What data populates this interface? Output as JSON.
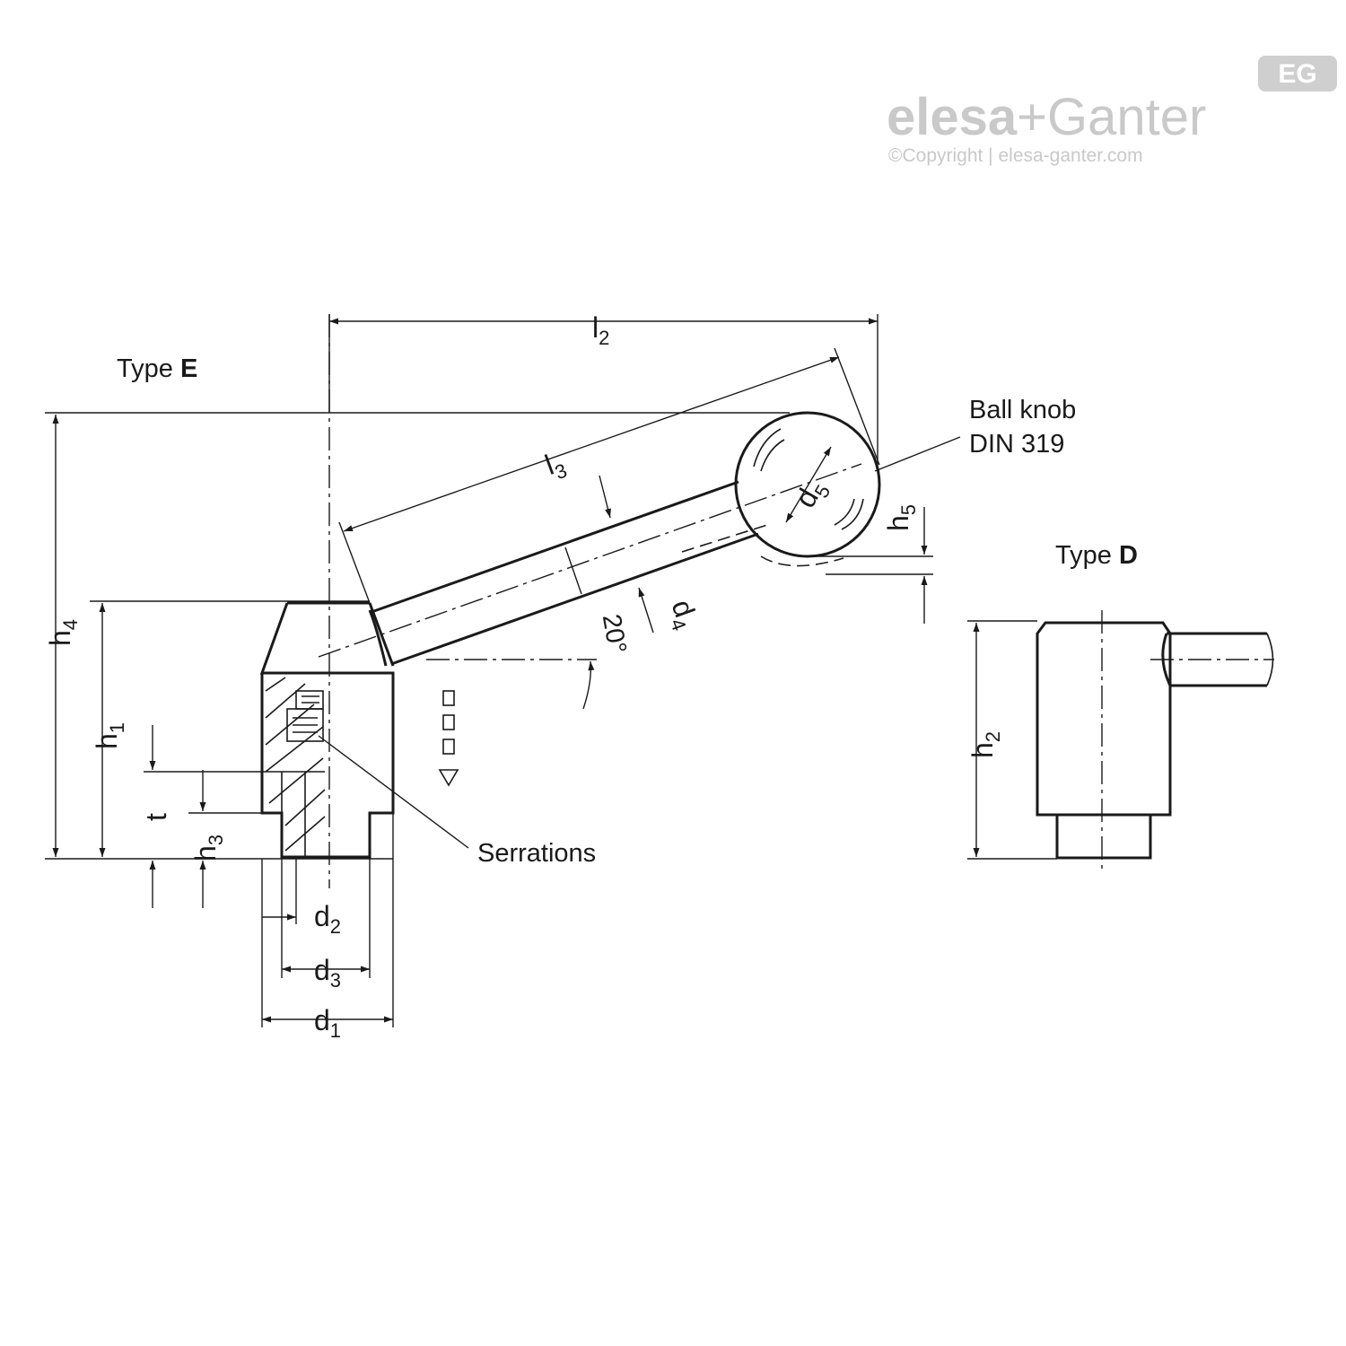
{
  "brand": {
    "name_left": "elesa",
    "plus": "+",
    "name_right": "Ganter",
    "copyright": "©Copyright | elesa-ganter.com",
    "badge": "EG"
  },
  "views": {
    "type_e": {
      "prefix": "Type ",
      "code": "E"
    },
    "type_d": {
      "prefix": "Type ",
      "code": "D"
    }
  },
  "callouts": {
    "ball_knob_line1": "Ball knob",
    "ball_knob_line2": "DIN 319",
    "serrations": "Serrations"
  },
  "dimensions": {
    "l2": {
      "base": "l",
      "sub": "2"
    },
    "l3": {
      "base": "l",
      "sub": "3"
    },
    "h1": {
      "base": "h",
      "sub": "1"
    },
    "h2": {
      "base": "h",
      "sub": "2"
    },
    "h3": {
      "base": "h",
      "sub": "3"
    },
    "h4": {
      "base": "h",
      "sub": "4"
    },
    "h5": {
      "base": "h",
      "sub": "5"
    },
    "d1": {
      "base": "d",
      "sub": "1"
    },
    "d2": {
      "base": "d",
      "sub": "2"
    },
    "d3": {
      "base": "d",
      "sub": "3"
    },
    "d4": {
      "base": "d",
      "sub": "4"
    },
    "d5": {
      "base": "d",
      "sub": "5"
    },
    "t": "t",
    "angle": "20°"
  }
}
